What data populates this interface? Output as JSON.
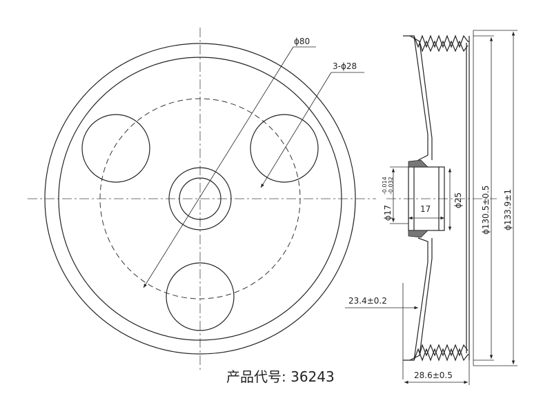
{
  "dimensions": {
    "phi80": "ϕ80",
    "holes": "3-ϕ28",
    "phi17": "ϕ17",
    "tol_upper": "-0.014",
    "tol_lower": "-0.032",
    "width17": "17",
    "phi25": "ϕ25",
    "phi130": "ϕ130.5±0.5",
    "phi133": "ϕ133.9±1",
    "offset23": "23.4±0.2",
    "width28": "28.6±0.5"
  },
  "product_code": "产品代号: 36243"
}
